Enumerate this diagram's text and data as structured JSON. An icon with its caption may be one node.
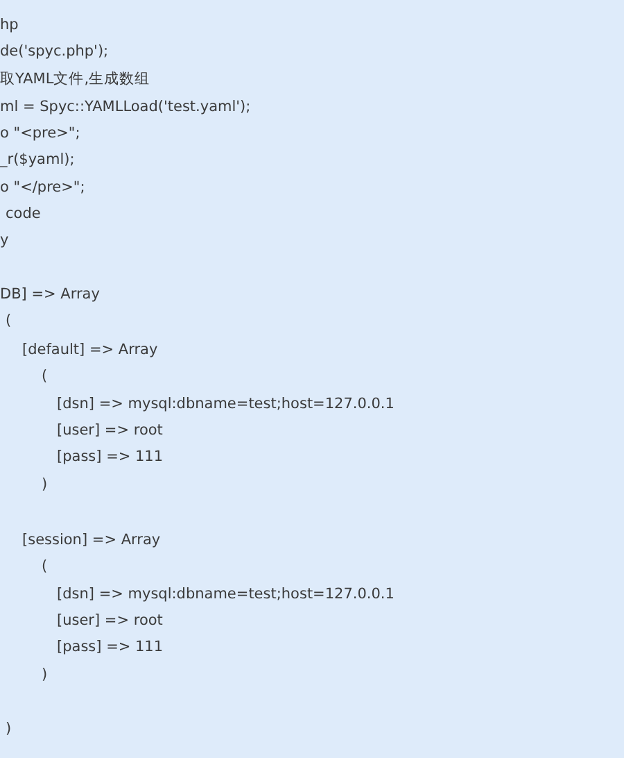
{
  "diagram": {
    "labels": [
      "hp",
      "de('spyc.php');",
      "取YAML文件,生成数组",
      "ml = Spyc::YAMLLoad('test.yaml');",
      "o \"<pre>\";",
      "_r($yaml);",
      "o \"</pre>\";",
      "code",
      "y",
      "DB] => Array",
      "(",
      "[default] => Array",
      "(",
      "[dsn] => mysql:dbname=test;host=127.0.0.1",
      "[user] => root",
      "[pass] => 111",
      ")",
      "[session] => Array",
      "(",
      "[dsn] => mysql:dbname=test;host=127.0.0.1",
      "[user] => root",
      "[pass] => 111",
      ")",
      ")"
    ]
  }
}
